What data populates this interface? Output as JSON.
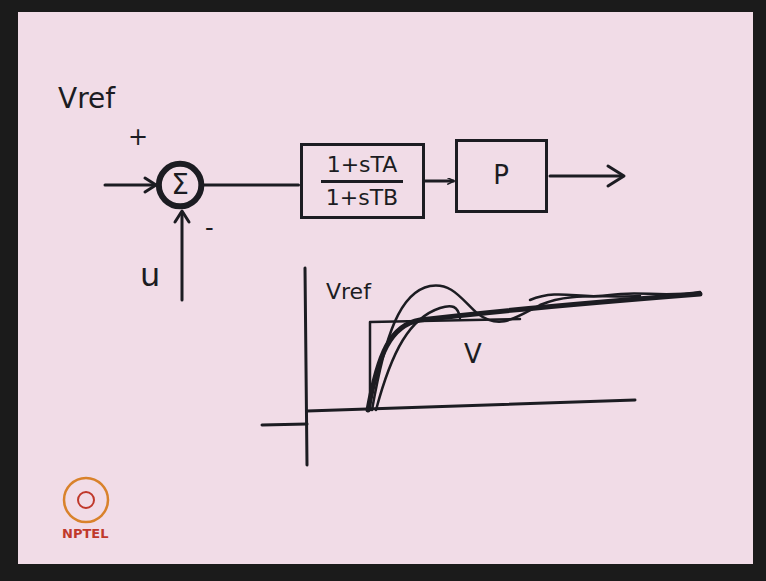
{
  "diagram": {
    "nodes": [
      {
        "text": [
          "Σ"
        ]
      },
      {
        "text": [
          "1+sTA",
          "1+sTB"
        ]
      },
      {
        "text": [
          "P"
        ]
      }
    ],
    "edges": [
      {
        "from": 0,
        "to": 1,
        "arrow": "none"
      },
      {
        "from": 1,
        "to": 2,
        "arrow": "to"
      }
    ],
    "labels": [
      "Vref",
      "+",
      "-",
      "u",
      "Vref",
      "V",
      "NPTEL"
    ]
  }
}
